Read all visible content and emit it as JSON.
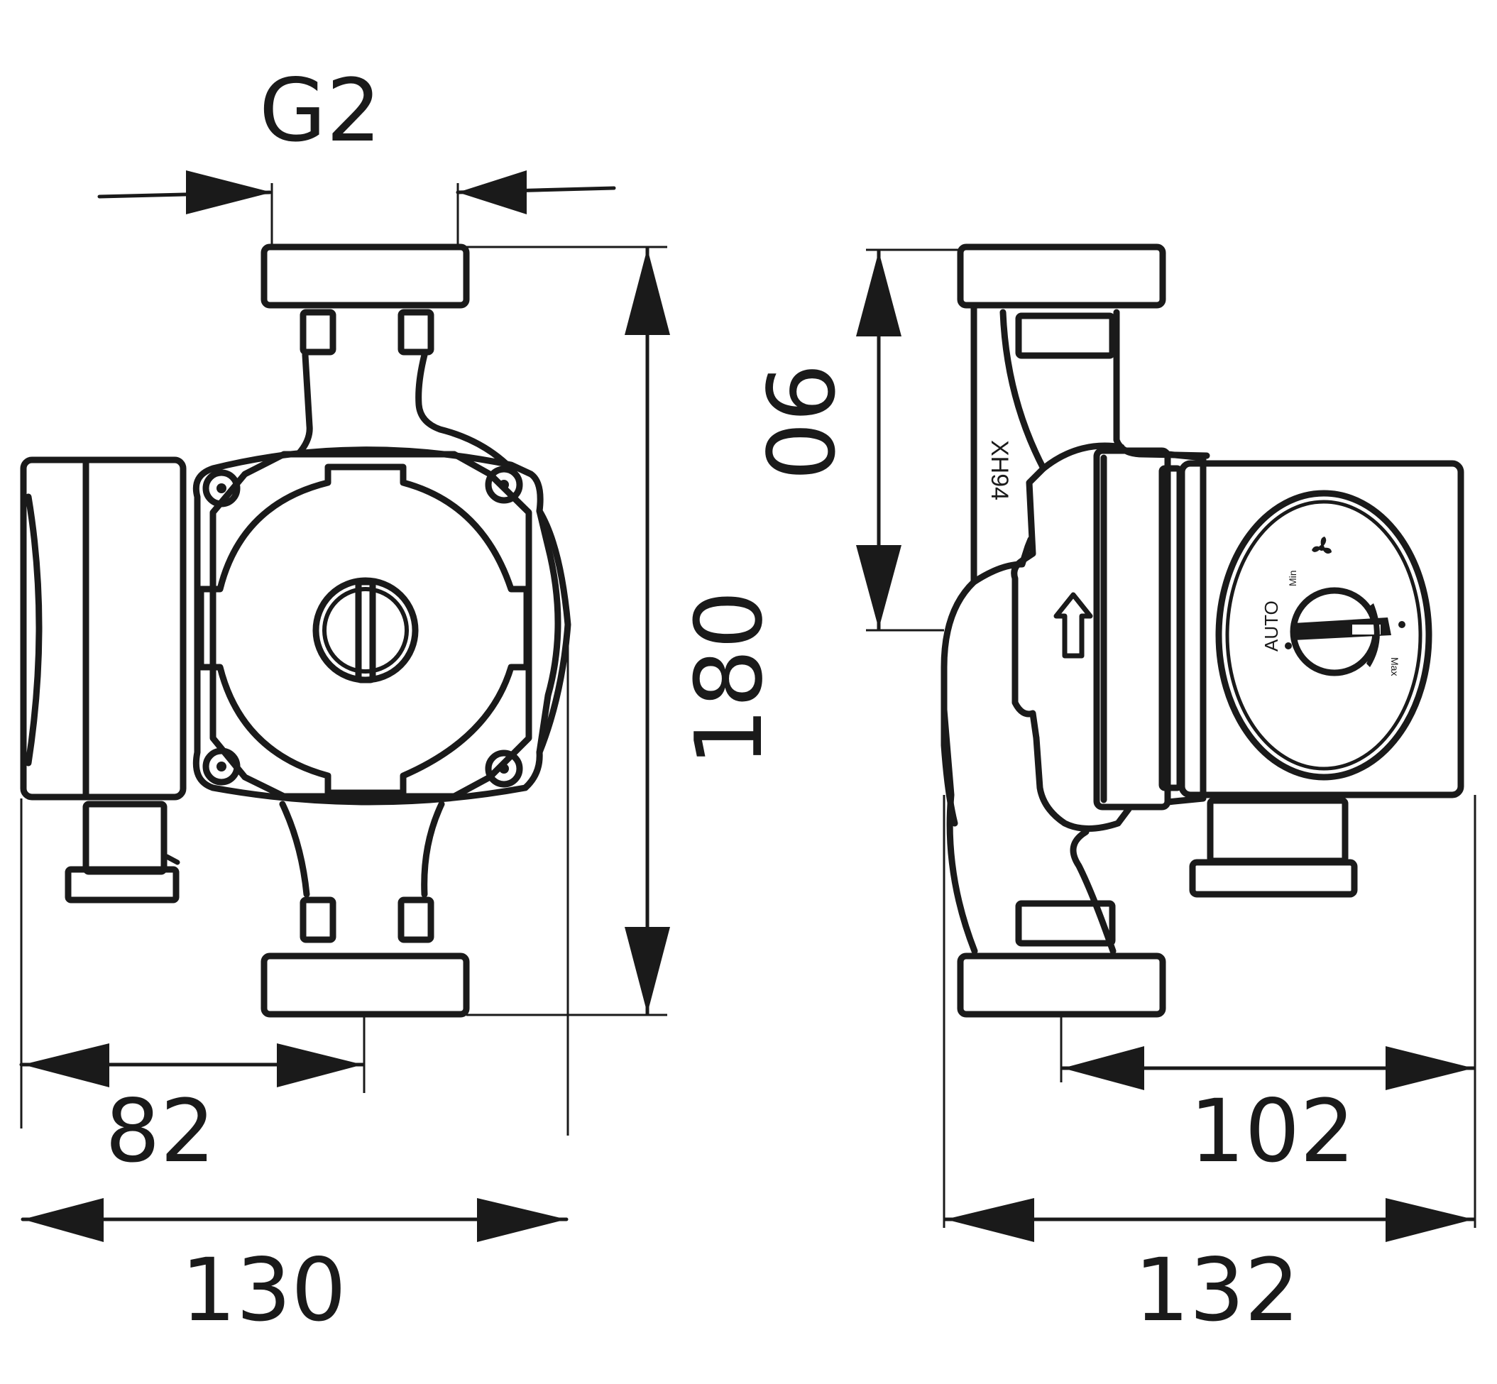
{
  "dimensions": {
    "thread": "G2",
    "height": "180",
    "port_offset": "90",
    "left_offset": "82",
    "front_width": "130",
    "right_offset": "102",
    "side_width": "132"
  },
  "pump_markings": {
    "model_code": "XH94",
    "auto_label": "AUTO",
    "min_label": "Min",
    "max_label": "Max"
  },
  "icons": [
    "fan-icon",
    "flow-direction-arrow-icon"
  ]
}
